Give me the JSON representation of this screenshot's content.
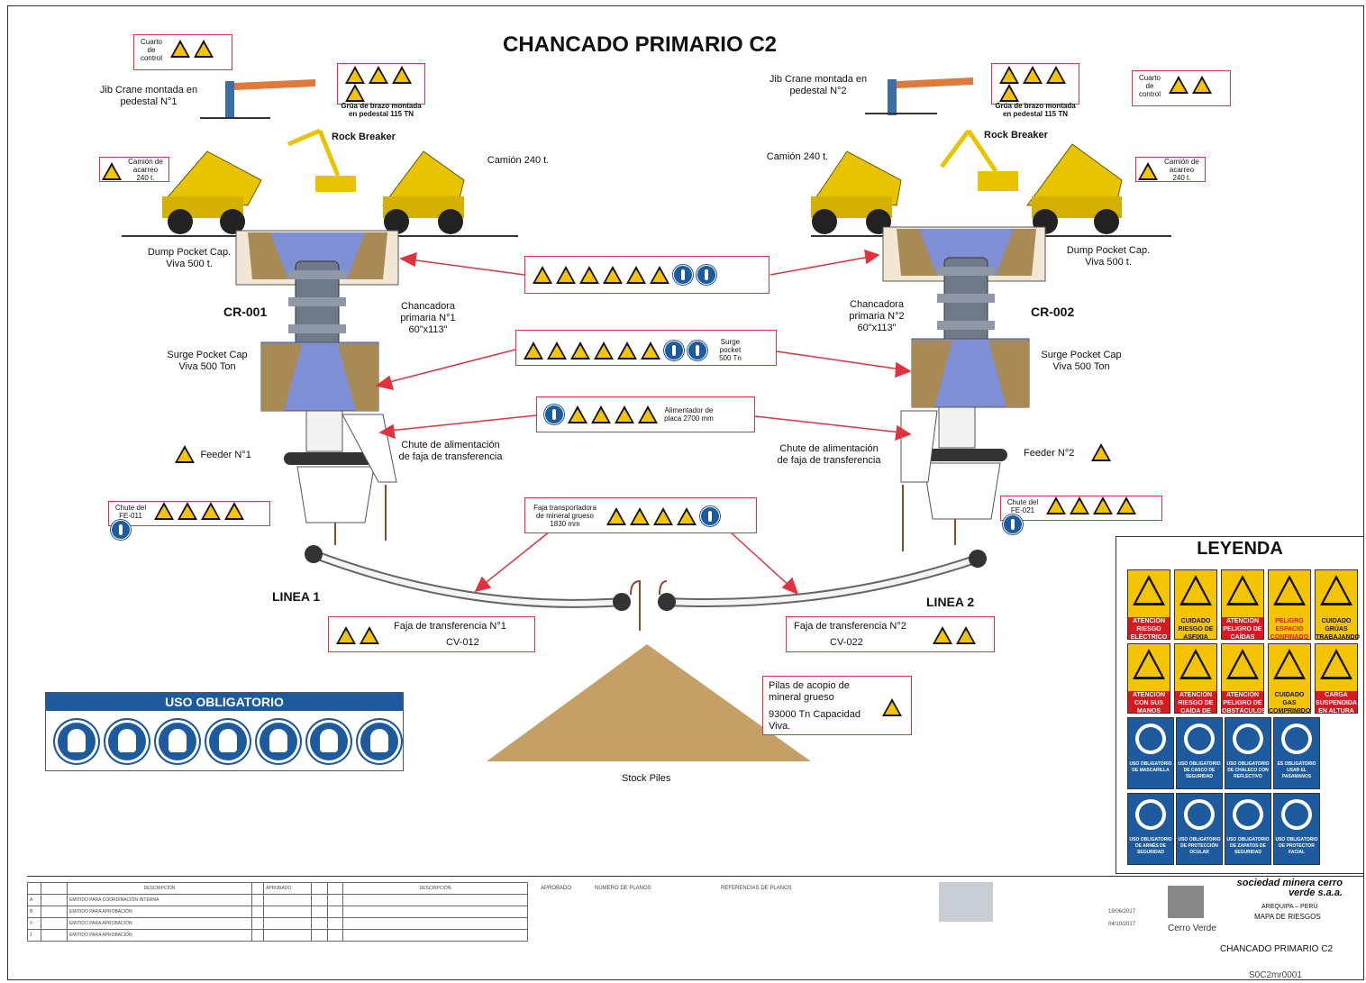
{
  "title": "CHANCADO PRIMARIO C2",
  "left": {
    "control_room": "Cuarto de control",
    "jib_crane": "Jib Crane montada en pedestal N°1",
    "grua_box": "Grúa de brazo montada en pedestal 115 TN",
    "camion_box": "Camión de acarreo 240 t.",
    "rock_breaker": "Rock Breaker",
    "camion": "Camión 240 t.",
    "dump_pocket": "Dump Pocket Cap. Viva 500 t.",
    "crusher_id": "CR-001",
    "crusher": "Chancadora primaria N°1 60\"x113\"",
    "surge_pocket": "Surge Pocket Cap Viva 500 Ton",
    "chute": "Chute de alimentación de faja de transferencia",
    "feeder": "Feeder N°1",
    "chute_box": "Chute del FE-011",
    "linea": "LINEA 1",
    "faja": "Faja de transferencia N°1",
    "faja_id": "CV-012"
  },
  "right": {
    "control_room": "Cuarto de control",
    "jib_crane": "Jib Crane montada en pedestal N°2",
    "grua_box": "Grúa de brazo montada en pedestal 115 TN",
    "camion_box": "Camión de acarreo 240 t.",
    "rock_breaker": "Rock Breaker",
    "camion": "Camión 240 t.",
    "dump_pocket": "Dump Pocket Cap. Viva 500 t.",
    "crusher_id": "CR-002",
    "crusher": "Chancadora primaria N°2 60\"x113\"",
    "surge_pocket": "Surge Pocket Cap Viva 500 Ton",
    "chute": "Chute de alimentación de faja de transferencia",
    "feeder": "Feeder N°2",
    "chute_box": "Chute del FE-021",
    "linea": "LINEA 2",
    "faja": "Faja de transferencia N°2",
    "faja_id": "CV-022"
  },
  "center": {
    "surge_box": "Surge pocket 500 Tn",
    "alimentador_box": "Alimentador de placa 2700 mm",
    "faja_box": "Faja transportadora de mineral grueso 1830 mm",
    "stock_piles": "Stock Piles",
    "pilas_box": "Pilas de acopio de mineral grueso",
    "pilas_cap": "93000 Tn Capacidad Viva."
  },
  "uso_obligatorio": "USO OBLIGATORIO",
  "leyenda": {
    "title": "LEYENDA",
    "warnings": [
      {
        "head": "ATENCIÓN",
        "sub": "RIESGO ELÉCTRICO"
      },
      {
        "head": "CUIDADO",
        "sub": "RIESGO DE ASFIXIA"
      },
      {
        "head": "ATENCIÓN",
        "sub": "PELIGRO DE CAÍDAS"
      },
      {
        "head": "PELIGRO",
        "sub": "ESPACIO CONFINADO"
      },
      {
        "head": "CUIDADO",
        "sub": "GRÚAS TRABAJANDO"
      },
      {
        "head": "ATENCIÓN",
        "sub": "CON SUS MANOS"
      },
      {
        "head": "ATENCIÓN",
        "sub": "RIESGO DE CAÍDA DE ROCAS"
      },
      {
        "head": "ATENCIÓN",
        "sub": "PELIGRO DE OBSTÁCULOS"
      },
      {
        "head": "CUIDADO",
        "sub": "GAS COMPRIMIDO"
      },
      {
        "head": "",
        "sub": "CARGA SUSPENDIDA EN ALTURA"
      }
    ],
    "mandatory": [
      "USO OBLIGATORIO DE MASCARILLA",
      "USO OBLIGATORIO DE CASCO DE SEGURIDAD",
      "USO OBLIGATORIO DE CHALECO CON REFLECTIVO",
      "ES OBLIGATORIO USAR EL PASAMANOS",
      "USO OBLIGATORIO DE ARNÉS DE SEGURIDAD",
      "USO OBLIGATORIO DE PROTECCIÓN OCULAR",
      "USO OBLIGATORIO DE ZAPATOS DE SEGURIDAD",
      "USO OBLIGATORIO DE PROTECTOR FACIAL"
    ]
  },
  "title_block": {
    "company": "sociedad minera cerro verde s.a.a.",
    "location": "AREQUIPA – PERÚ",
    "map": "MAPA DE RIESGOS",
    "brand": "Cerro Verde",
    "drawing_title": "CHANCADO PRIMARIO C2",
    "drawing_number": "S0C2mr0001",
    "rev_rows": [
      {
        "rev": "A",
        "desc": "EMITIDO PARA COORDINACIÓN INTERNA"
      },
      {
        "rev": "B",
        "desc": "EMITIDO PARA APROBACIÓN"
      },
      {
        "rev": "0",
        "desc": "EMITIDO PARA APROBACIÓN"
      },
      {
        "rev": "1",
        "desc": "EMITIDO PARA APROBACIÓN"
      }
    ],
    "col_desc": "DESCRIPCIÓN",
    "col_approved": "APROBADO",
    "col_plan": "NÚMERO DE PLANOS",
    "col_ref": "REFERENCIAS DE PLANOS",
    "date1": "19/06/2017",
    "date2": "04/10/2017"
  },
  "colors": {
    "accent_red": "#e0333f",
    "warning_yellow": "#f5c400",
    "mandatory_blue": "#1e5a9e"
  }
}
